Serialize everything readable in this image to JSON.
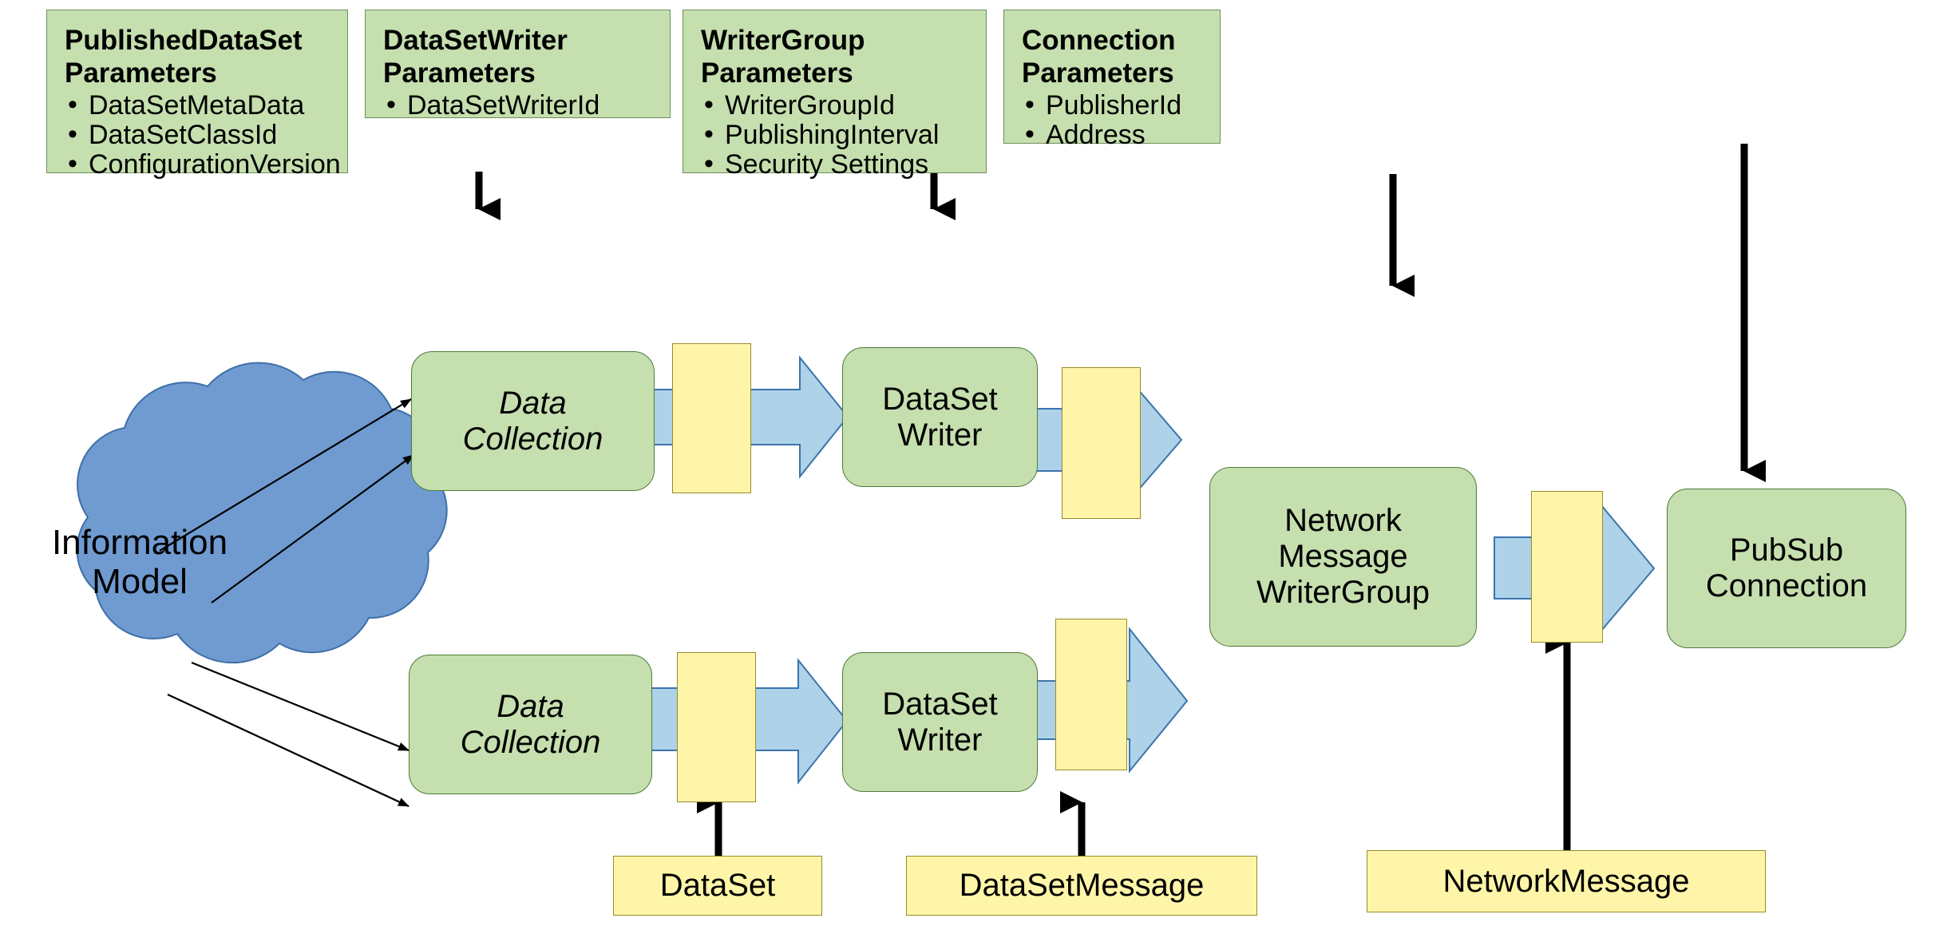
{
  "palette": {
    "green_fill": "#c5dfae",
    "green_stroke": "#4f7a3a",
    "yellow_fill": "#fff5a8",
    "yellow_stroke": "#9a8b25",
    "blue_arrow_fill": "#aed2e8",
    "blue_arrow_stroke": "#3b74ad",
    "cloud_fill": "#6f9bd1",
    "cloud_stroke": "#3f6fa8",
    "black": "#000000",
    "background": "#ffffff"
  },
  "parameter_boxes": [
    {
      "id": "published-dataset-parameters",
      "title": "PublishedDataSet\nParameters",
      "items": [
        "DataSetMetaData",
        "DataSetClassId",
        "ConfigurationVersion"
      ]
    },
    {
      "id": "datasetwriter-parameters",
      "title": "DataSetWriter\nParameters",
      "items": [
        "DataSetWriterId"
      ]
    },
    {
      "id": "writergroup-parameters",
      "title": "WriterGroup\nParameters",
      "items": [
        "WriterGroupId",
        "PublishingInterval",
        "Security Settings"
      ]
    },
    {
      "id": "connection-parameters",
      "title": "Connection\nParameters",
      "items": [
        "PublisherId",
        "Address"
      ]
    }
  ],
  "cloud": {
    "label": "Information\nModel"
  },
  "process_boxes": [
    {
      "id": "data-collection-top",
      "label": "Data\nCollection",
      "italic": true
    },
    {
      "id": "dataset-writer-top",
      "label": "DataSet\nWriter",
      "italic": false
    },
    {
      "id": "data-collection-bottom",
      "label": "Data\nCollection",
      "italic": true
    },
    {
      "id": "dataset-writer-bottom",
      "label": "DataSet\nWriter",
      "italic": false
    },
    {
      "id": "network-message-writergroup",
      "label": "Network\nMessage\nWriterGroup",
      "italic": false
    },
    {
      "id": "pubsub-connection",
      "label": "PubSub\nConnection",
      "italic": false
    }
  ],
  "legend_boxes": [
    {
      "id": "dataset-legend",
      "label": "DataSet"
    },
    {
      "id": "datasetmessage-legend",
      "label": "DataSetMessage"
    },
    {
      "id": "networkmessage-legend",
      "label": "NetworkMessage"
    }
  ],
  "message_rects": [
    {
      "id": "dataset-rect-top"
    },
    {
      "id": "datasetmessage-rect-top"
    },
    {
      "id": "dataset-rect-bottom"
    },
    {
      "id": "datasetmessage-rect-bottom"
    },
    {
      "id": "networkmessage-rect"
    }
  ]
}
